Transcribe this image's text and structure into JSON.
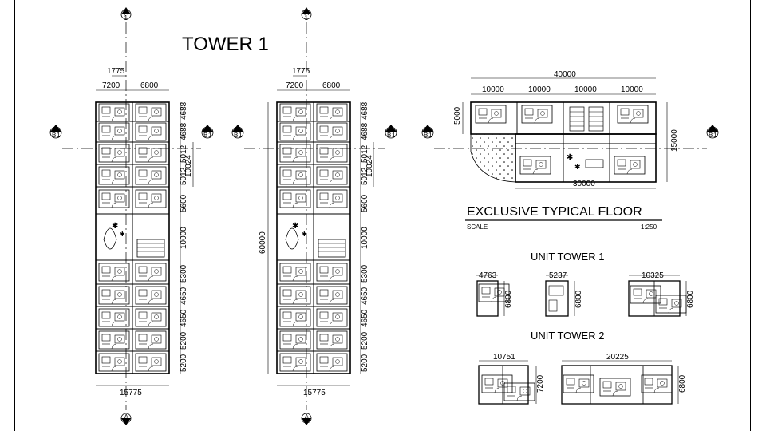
{
  "title": "TOWER 1",
  "plan_title": "EXCLUSIVE TYPICAL FLOOR",
  "scale_label": "SCALE",
  "scale_value": "1:250",
  "unit_tower_1_label": "UNIT TOWER 1",
  "unit_tower_2_label": "UNIT TOWER 2",
  "marker_a": "A",
  "marker_b": "B",
  "marker_1": "1",
  "left_plan": {
    "top_dims": [
      "1775",
      "7200",
      "6800"
    ],
    "right_dims": [
      "4688",
      "4688",
      "5012",
      "5012",
      "10024",
      "5600",
      "10000",
      "5300",
      "4650",
      "4650",
      "5200",
      "5200"
    ],
    "bottom_dim": "15775"
  },
  "middle_plan": {
    "top_dims": [
      "1775",
      "7200",
      "6800"
    ],
    "left_dim": "60000",
    "right_dims": [
      "4688",
      "4688",
      "5012",
      "5012",
      "10024",
      "5600",
      "10000",
      "5300",
      "4650",
      "4650",
      "5200",
      "5200"
    ],
    "bottom_dim": "15775"
  },
  "exclusive_plan": {
    "overall_dim": "40000",
    "segment_dims": [
      "10000",
      "10000",
      "10000",
      "10000"
    ],
    "left_dim": "5000",
    "right_dim": "15000",
    "bottom_dim": "30000"
  },
  "unit_tower_1": [
    {
      "width": "4763",
      "depth": "6800"
    },
    {
      "width": "5237",
      "depth": "6800"
    },
    {
      "width": "10325",
      "depth": "6800"
    }
  ],
  "unit_tower_2": [
    {
      "width": "10751",
      "depth": "7200"
    },
    {
      "width": "20225",
      "depth": "6800"
    }
  ]
}
